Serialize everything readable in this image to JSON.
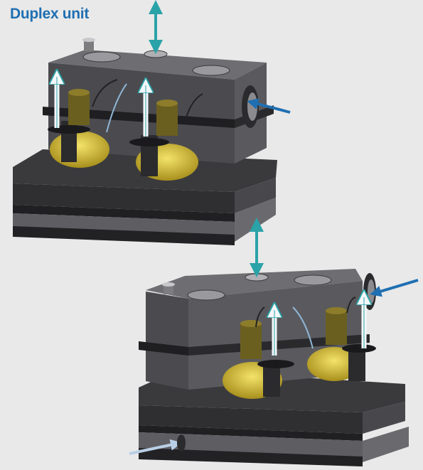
{
  "title": "Duplex unit",
  "colors": {
    "title": "#1f6fb2",
    "background": "#e9e9e9",
    "tank_dark": "#3b3b3e",
    "tank_mid": "#5a5a5e",
    "tank_light": "#8a8a8e",
    "pump_yellow": "#d9c23a",
    "motor_olive": "#6b5f1f",
    "arrow_cyan": "#2aa3a8",
    "arrow_blue": "#1f6fb2",
    "arrow_white": "#f4f7f9"
  },
  "figures": [
    {
      "name": "duplex-unit-top-view",
      "arrows": [
        "vertical-double-cyan",
        "pipe-outlet-white-1",
        "pipe-outlet-white-2",
        "inlet-blue-side"
      ]
    },
    {
      "name": "duplex-unit-bottom-view",
      "arrows": [
        "vertical-double-cyan",
        "pipe-outlet-white-1",
        "pipe-outlet-white-2",
        "inlet-blue-side",
        "inlet-white-base"
      ]
    }
  ]
}
